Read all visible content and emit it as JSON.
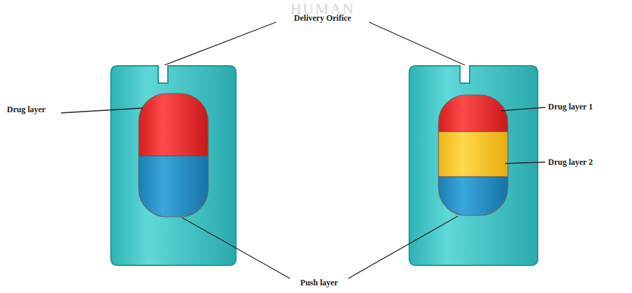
{
  "diagram": {
    "labels": [
      "HUMAN",
      "Delivery Orifice",
      "Drug layer",
      "Drug layer 1",
      "Drug layer 2",
      "Push layer"
    ]
  }
}
